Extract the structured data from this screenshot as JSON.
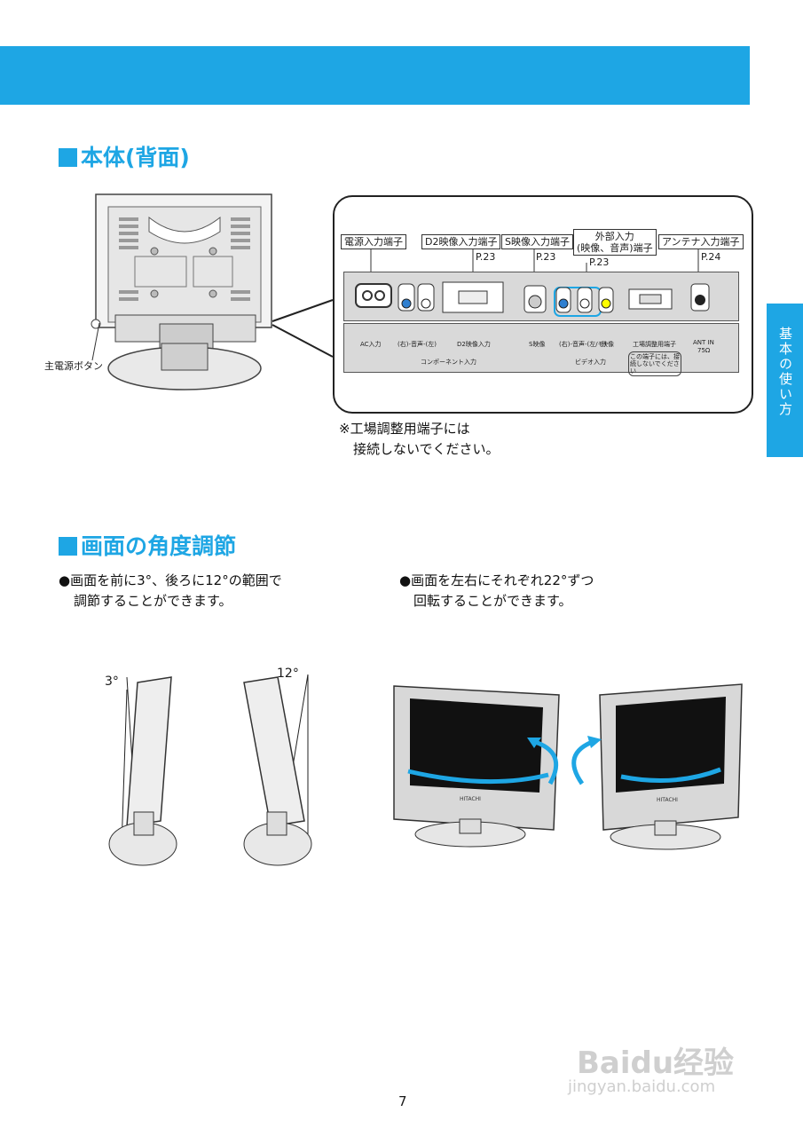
{
  "side_tab": "基本の使い方",
  "section1": {
    "title": "本体(背面)"
  },
  "tv_back": {
    "main_power_label": "主電源ボタン"
  },
  "callout": {
    "labels": {
      "power": "電源入力端子",
      "d2": "D2映像入力端子",
      "s_video": "S映像入力端子",
      "external": "外部入力\n(映像、音声)端子",
      "antenna": "アンテナ入力端子"
    },
    "page_refs": {
      "d2": "P.23",
      "s_video": "P.23",
      "external": "P.23",
      "antenna": "P.24"
    },
    "panel_labels": {
      "ac": "AC入力",
      "component_audio": "(右)-音声-(左)",
      "d2_in": "D2映像入力",
      "s_video": "S映像",
      "video_audio": "(右)-音声-(左/モ)",
      "video": "映像",
      "factory": "工場調整用端子",
      "factory_note": "この端子には、接続しないでください",
      "ant": "ANT IN",
      "ohm": "75Ω",
      "component_in": "コンポーネント入力",
      "video_in": "ビデオ入力"
    }
  },
  "note": {
    "line1": "※工場調整用端子には",
    "line2": "接続しないでください。"
  },
  "section2": {
    "title": "画面の角度調節",
    "text_left": [
      "●画面を前に3°、後ろに12°の範囲で",
      "調節することができます。"
    ],
    "text_right": [
      "●画面を左右にそれぞれ22°ずつ",
      "回転することができます。"
    ],
    "angle_front": "3°",
    "angle_back": "12°",
    "brand": "HITACHI"
  },
  "page_number": "7",
  "watermark": {
    "logo": "Baidu经验",
    "url": "jingyan.baidu.com"
  },
  "colors": {
    "accent": "#1ea6e4"
  }
}
